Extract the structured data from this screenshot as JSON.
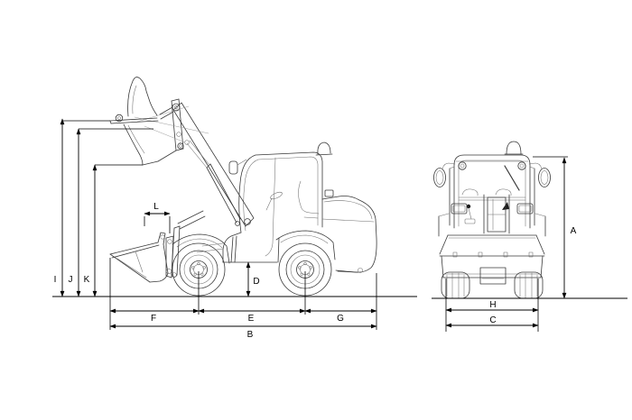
{
  "diagram": {
    "type": "machine-dimension-drawing",
    "subject": "compact articulated wheel loader, side view and front view with dimension arrows",
    "views": {
      "side": {
        "name": "side-view",
        "labels": [
          "I",
          "J",
          "K",
          "L",
          "D",
          "F",
          "E",
          "G",
          "B"
        ]
      },
      "front": {
        "name": "front-view",
        "labels": [
          "A",
          "H",
          "C"
        ]
      }
    },
    "colors": {
      "dimension": "#000000",
      "artwork": "#383838",
      "artwork_light": "#9c9c9c",
      "background": "#ffffff"
    }
  },
  "labels": {
    "A": "A",
    "B": "B",
    "C": "C",
    "D": "D",
    "E": "E",
    "F": "F",
    "G": "G",
    "H": "H",
    "I": "I",
    "J": "J",
    "K": "K",
    "L": "L"
  }
}
